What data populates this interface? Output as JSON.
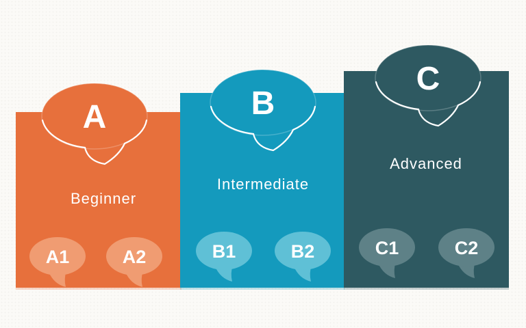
{
  "title_hidden": "",
  "levels": [
    {
      "letter": "A",
      "name": "Beginner",
      "sublevels": [
        "A1",
        "A2"
      ],
      "card_color": "#E7703C",
      "sub_bubble_color": "#F09C72",
      "text_color": "#FFFFFF"
    },
    {
      "letter": "B",
      "name": "Intermediate",
      "sublevels": [
        "B1",
        "B2"
      ],
      "card_color": "#149ABD",
      "sub_bubble_color": "#5FC0D6",
      "text_color": "#FFFFFF"
    },
    {
      "letter": "C",
      "name": "Advanced",
      "sublevels": [
        "C1",
        "C2"
      ],
      "card_color": "#2E5961",
      "sub_bubble_color": "#5E8187",
      "text_color": "#FFFFFF"
    }
  ],
  "background_color": "#FBFAF7"
}
